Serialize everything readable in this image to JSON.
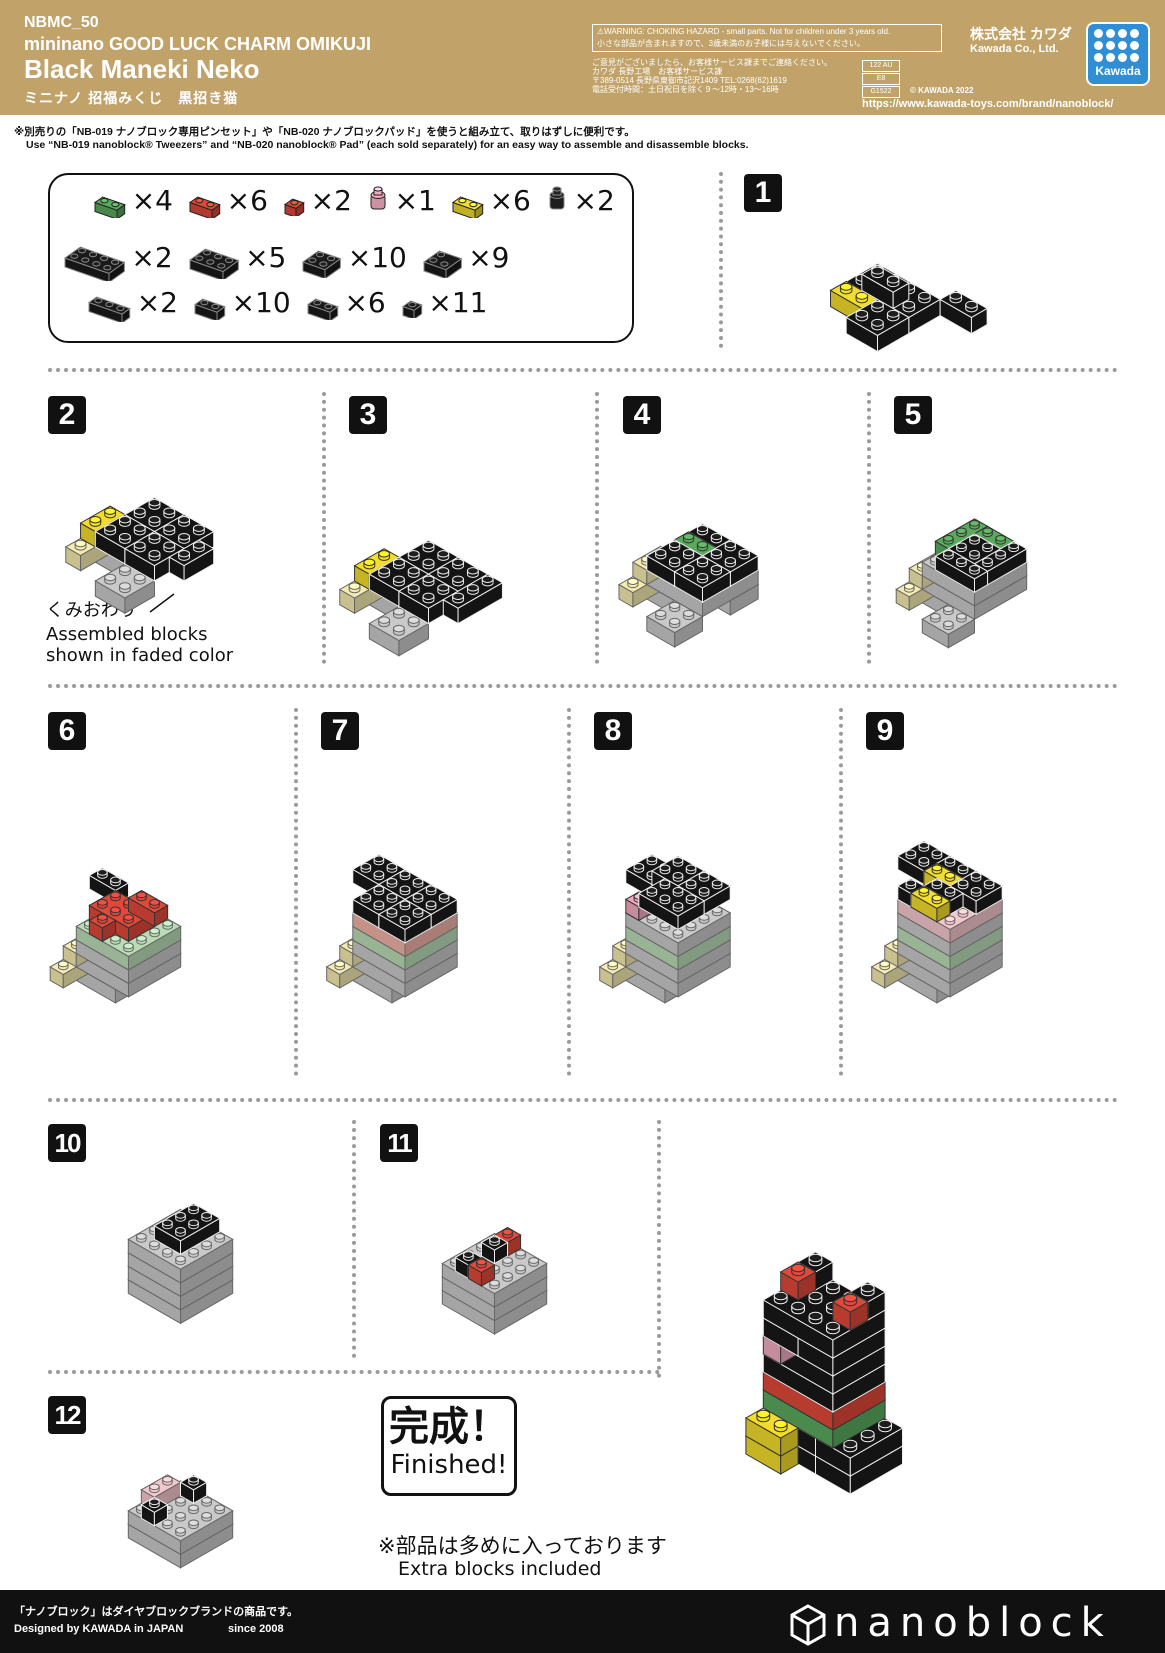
{
  "header": {
    "code": "NBMC_50",
    "series": "mininano GOOD LUCK CHARM OMIKUJI",
    "title": "Black Maneki Neko",
    "title_jp": "ミニナノ 招福みくじ　黒招き猫",
    "warning_en": "⚠WARNING: CHOKING HAZARD - small parts. Not for children under 3 years old.",
    "warning_jp": "小さな部品が含まれますので、3歳未満のお子様には与えないでください。",
    "contact_1": "ご意見がございましたら、お客様サービス課までご連絡ください。",
    "contact_2": "カワダ 長野工場　お客様サービス課",
    "contact_3": "〒389-0514 長野県東御市記沢1409 TEL:0268(62)1619",
    "contact_4": "電話受付時間：土日祝日を除く９〜12時・13〜16時",
    "codes": [
      "122 AU",
      "E8",
      "G1522"
    ],
    "company_jp": "株式会社 カワダ",
    "company_en": "Kawada Co., Ltd.",
    "copyright": "© KAWADA 2022",
    "url": "https://www.kawada-toys.com/brand/nanoblock/",
    "logo_text": "Kawada"
  },
  "notes": {
    "jp": "※別売りの「NB-019 ナノブロック専用ピンセット」や「NB-020 ナノブロックパッド」を使うと組み立て、取りはずしに便利です。",
    "en": "Use “NB-019 nanoblock® Tweezers” and “NB-020 nanoblock® Pad” (each sold separately) for an easy way to assemble and disassemble blocks."
  },
  "parts": {
    "row1": [
      {
        "color": "#5aaa5e",
        "shape": "2x1",
        "count": "×4"
      },
      {
        "color": "#e0483a",
        "shape": "2x1",
        "count": "×6"
      },
      {
        "color": "#e0483a",
        "shape": "1x1",
        "count": "×2"
      },
      {
        "color": "#f2a9c0",
        "shape": "round",
        "count": "×1"
      },
      {
        "color": "#f2dc2c",
        "shape": "2x1",
        "count": "×6"
      },
      {
        "color": "#222222",
        "shape": "round",
        "count": "×2"
      }
    ],
    "row2": [
      {
        "color": "#1a1a1a",
        "shape": "4x2",
        "count": "×2"
      },
      {
        "color": "#1a1a1a",
        "shape": "3x2",
        "count": "×5"
      },
      {
        "color": "#1a1a1a",
        "shape": "2x2",
        "count": "×10"
      },
      {
        "color": "#1a1a1a",
        "shape": "angle",
        "count": "×9"
      }
    ],
    "row3": [
      {
        "color": "#1a1a1a",
        "shape": "3x1",
        "count": "×2"
      },
      {
        "color": "#1a1a1a",
        "shape": "2x1",
        "count": "×10"
      },
      {
        "color": "#1a1a1a",
        "shape": "2x1b",
        "count": "×6"
      },
      {
        "color": "#1a1a1a",
        "shape": "1x1",
        "count": "×11"
      }
    ]
  },
  "steps": [
    "1",
    "2",
    "3",
    "4",
    "5",
    "6",
    "7",
    "8",
    "9",
    "10",
    "11",
    "12"
  ],
  "caption": {
    "jp": "くみおわり",
    "en1": "Assembled blocks",
    "en2": "shown in faded color"
  },
  "finished": {
    "jp": "完成！",
    "en": "Finished!"
  },
  "extra": {
    "jp": "※部品は多めに入っております",
    "en": "Extra blocks included"
  },
  "footer": {
    "line1": "「ナノブロック」はダイヤブロックブランドの商品です。",
    "line2": "Designed by KAWADA in JAPAN",
    "since": "since 2008",
    "brand": "nanoblock"
  }
}
